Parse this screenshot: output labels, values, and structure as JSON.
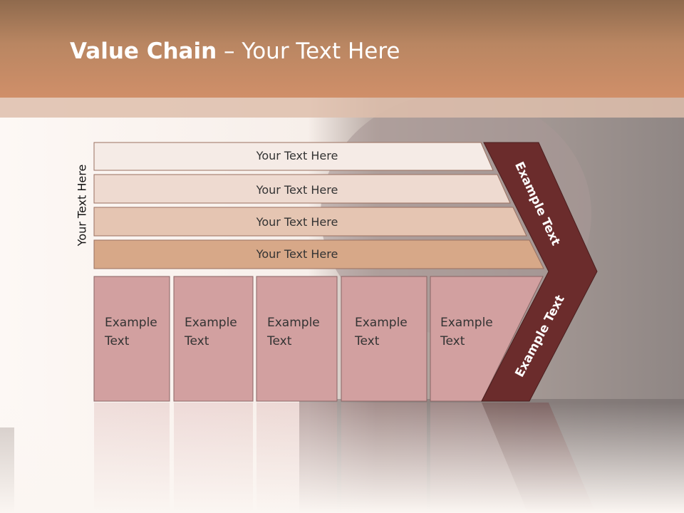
{
  "slide": {
    "title_bold": "Value Chain",
    "title_rest": " – Your Text Here",
    "side_label": "Your Text Here"
  },
  "rows": [
    {
      "label": "Your Text Here",
      "color": "#f5ebe6"
    },
    {
      "label": "Your Text Here",
      "color": "#eedad0"
    },
    {
      "label": "Your Text Here",
      "color": "#e5c5b2"
    },
    {
      "label": "Your Text Here",
      "color": "#d7a888"
    }
  ],
  "boxes": [
    {
      "line1": "Example",
      "line2": "Text"
    },
    {
      "line1": "Example",
      "line2": "Text"
    },
    {
      "line1": "Example",
      "line2": "Text"
    },
    {
      "line1": "Example",
      "line2": "Text"
    },
    {
      "line1": "Example",
      "line2": "Text"
    }
  ],
  "arrow": {
    "upper_label": "Example Text",
    "lower_label": "Example Text",
    "color": "#6b2c2c"
  },
  "colors": {
    "box_fill": "#d2a0a0",
    "header": "#c98a63"
  }
}
